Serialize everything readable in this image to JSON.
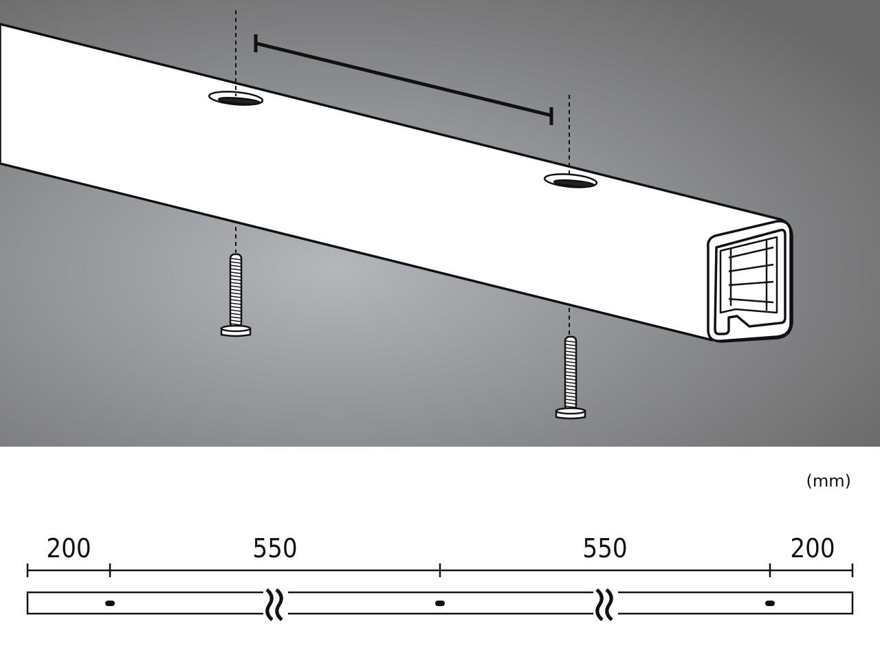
{
  "diagram": {
    "unit_label": "(mm)",
    "dimensions": [
      "200",
      "550",
      "550",
      "200"
    ],
    "colors": {
      "background_light": "#b4b6bb",
      "background_dark": "#6a6a6a",
      "track": "#ffffff",
      "ink": "#111111"
    },
    "elements": [
      "track-rail",
      "mounting-slot",
      "mounting-slot",
      "screw",
      "screw",
      "spacing-dimension-line"
    ]
  }
}
